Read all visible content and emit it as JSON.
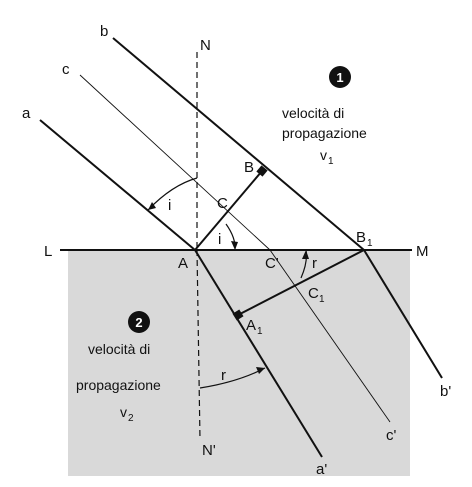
{
  "colors": {
    "lower_medium_fill": "#d9d9d9",
    "upper_medium_fill": "#ffffff",
    "ink": "#111111"
  },
  "labels": {
    "ray_a": "a",
    "ray_b": "b",
    "ray_c": "c",
    "ray_a_prime": "a'",
    "ray_b_prime": "b'",
    "ray_c_prime": "c'",
    "normal_top": "N",
    "normal_bottom": "N'",
    "interface_left": "L",
    "interface_right": "M",
    "point_A": "A",
    "point_A1": "A",
    "point_A1_sub": "1",
    "point_B": "B",
    "point_B1": "B",
    "point_B1_sub": "1",
    "point_C": "C",
    "point_C_prime": "C'",
    "point_C1": "C",
    "point_C1_sub": "1",
    "angle_i_upper": "i",
    "angle_i_lower": "i",
    "angle_r_upper": "r",
    "angle_r_lower": "r"
  },
  "medium1": {
    "badge": "1",
    "line1": "velocità di",
    "line2": "propagazione",
    "v": "v",
    "v_sub": "1"
  },
  "medium2": {
    "badge": "2",
    "line1": "velocità di",
    "line2": "propagazione",
    "v": "v",
    "v_sub": "2"
  }
}
